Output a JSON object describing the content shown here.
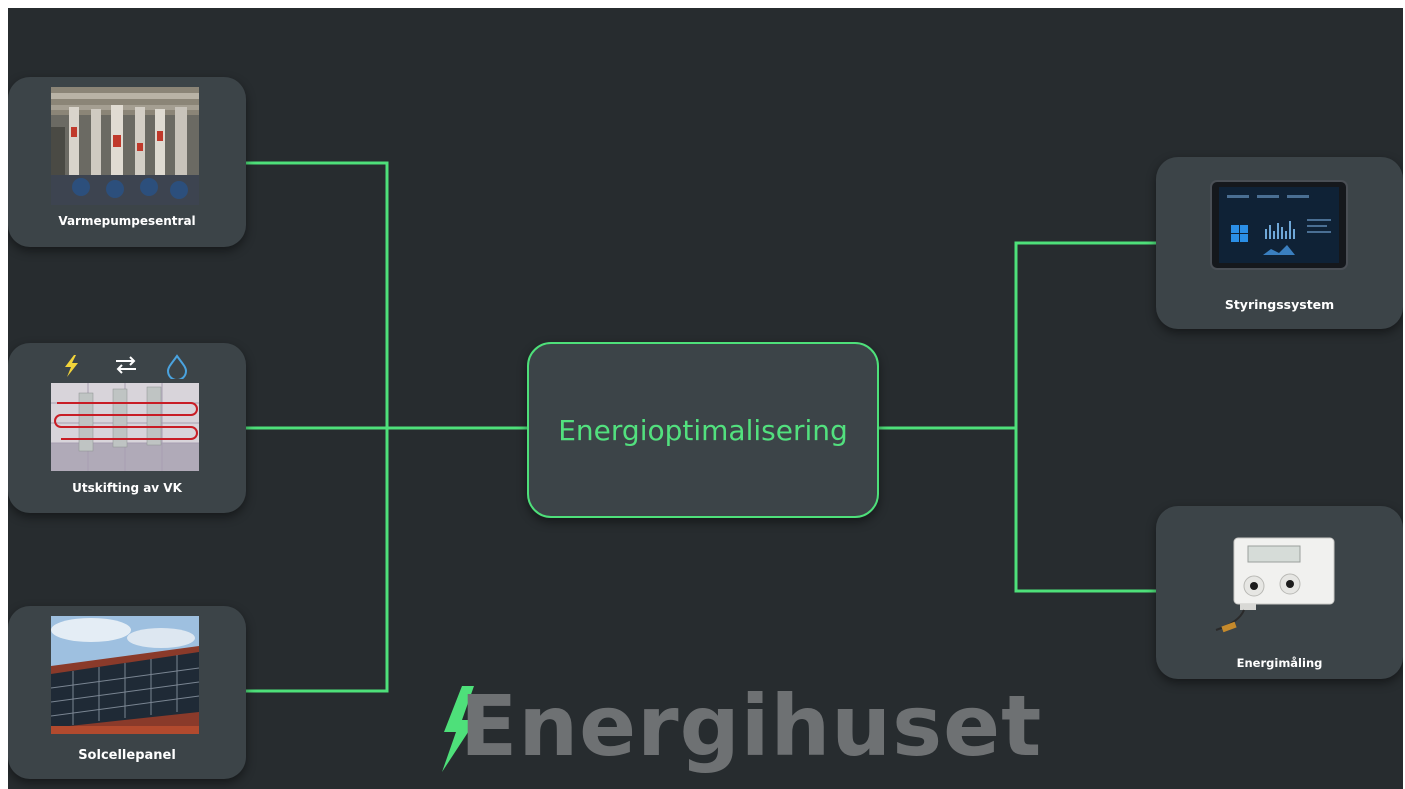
{
  "center": {
    "label": "Energioptimalisering"
  },
  "inputs": [
    {
      "label": "Varmepumpesentral"
    },
    {
      "label": "Utskifting av VK"
    },
    {
      "label": "Solcellepanel"
    }
  ],
  "outputs": [
    {
      "label": "Styringssystem"
    },
    {
      "label": "Energimåling"
    }
  ],
  "brand": {
    "name": "Energihuset"
  },
  "colors": {
    "background": "#272c2f",
    "card": "#3c4448",
    "connector": "#4ee07a",
    "accent_text": "#52e07e",
    "logo_text": "#6e7173"
  },
  "icons": [
    "lightning-icon",
    "exchange-arrows-icon",
    "water-drop-icon",
    "windows-logo-icon"
  ]
}
